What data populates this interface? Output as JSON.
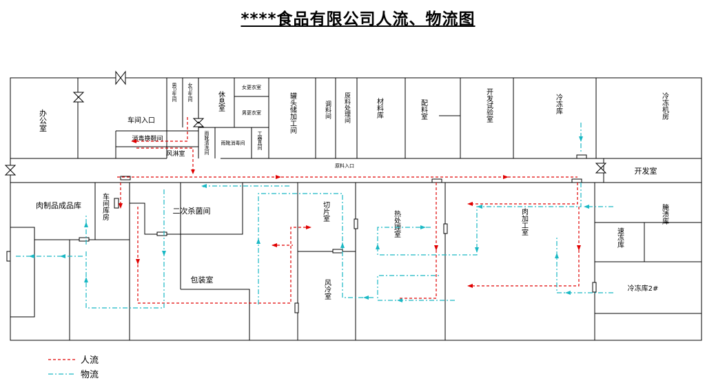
{
  "title": "****食品有限公司人流、物流图",
  "colors": {
    "people_flow": "#e00000",
    "material_flow": "#19b8c4",
    "wall": "#000000"
  },
  "rooms": {
    "office": "办公室",
    "workshop_entry": "车间入口",
    "mens_wc": "男卫生间",
    "womens_wc": "女卫生间",
    "lounge": "休息室",
    "womens_locker": "女更衣室",
    "mens_locker": "男更衣室",
    "boot_wash": "雨靴清洗间",
    "boot_disinfect": "雨靴消毒间",
    "sanitize": "消毒换鞋间",
    "air_shower": "风淋室",
    "tool": "工器具间",
    "can_head": "罐头储加工间",
    "seasoning": "调料间",
    "raw_process": "原料处理间",
    "material_store": "材料库",
    "mixing": "配料室",
    "lab": "开发试验室",
    "freezer": "冷冻库",
    "freezer_machine": "冷冻机房",
    "raw_entry": "原料入口",
    "dev": "开发室",
    "product_store": "肉制品成品库",
    "workshop_store": "车间库房",
    "second_steril": "二次杀菌间",
    "slicing": "切片室",
    "heat": "热处理室",
    "meat_process": "肉加工室",
    "curing": "腌渍库",
    "quick_freeze": "速冻库",
    "packing": "包装室",
    "air_cool": "风冷室",
    "freezer2": "冷冻库2#"
  },
  "legend": {
    "people": "人流",
    "material": "物流"
  }
}
